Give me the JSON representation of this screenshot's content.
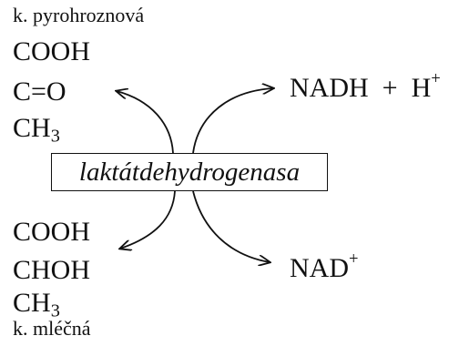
{
  "top": {
    "name": "k. pyrohroznová",
    "lines": [
      {
        "base": "COOH",
        "sub": ""
      },
      {
        "base": "C=O",
        "sub": ""
      },
      {
        "base": "CH",
        "sub": "3"
      }
    ]
  },
  "bottom": {
    "name": "k. mléčná",
    "lines": [
      {
        "base": "COOH",
        "sub": ""
      },
      {
        "base": "CHOH",
        "sub": ""
      },
      {
        "base": "CH",
        "sub": "3"
      }
    ]
  },
  "enzyme": "laktátdehydrogenasa",
  "cofactors": {
    "top": {
      "text": "NADH  +  H",
      "sup": "+"
    },
    "bottom": {
      "text": "NAD",
      "sup": "+"
    }
  },
  "colors": {
    "ink": "#111111",
    "background": "#ffffff"
  }
}
